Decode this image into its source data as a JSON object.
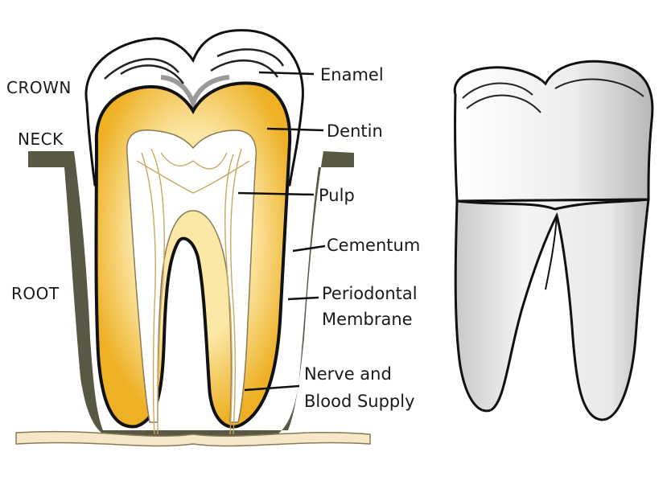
{
  "labels": {
    "crown": "CROWN",
    "neck": "NECK",
    "root": "ROOT",
    "enamel": "Enamel",
    "dentin": "Dentin",
    "pulp": "Pulp",
    "cementum": "Cementum",
    "periodontal_line1": "Periodontal",
    "periodontal_line2": "Membrane",
    "nerve_line1": "Nerve and",
    "nerve_line2": "Blood Supply"
  },
  "colors": {
    "dentin": "#eeb126",
    "dentin_light": "#f8dc86",
    "pulp": "#ffffff",
    "gum": "#585844",
    "outline": "#111111",
    "nerve": "#c8a860",
    "shade": "#bdbdbd"
  }
}
